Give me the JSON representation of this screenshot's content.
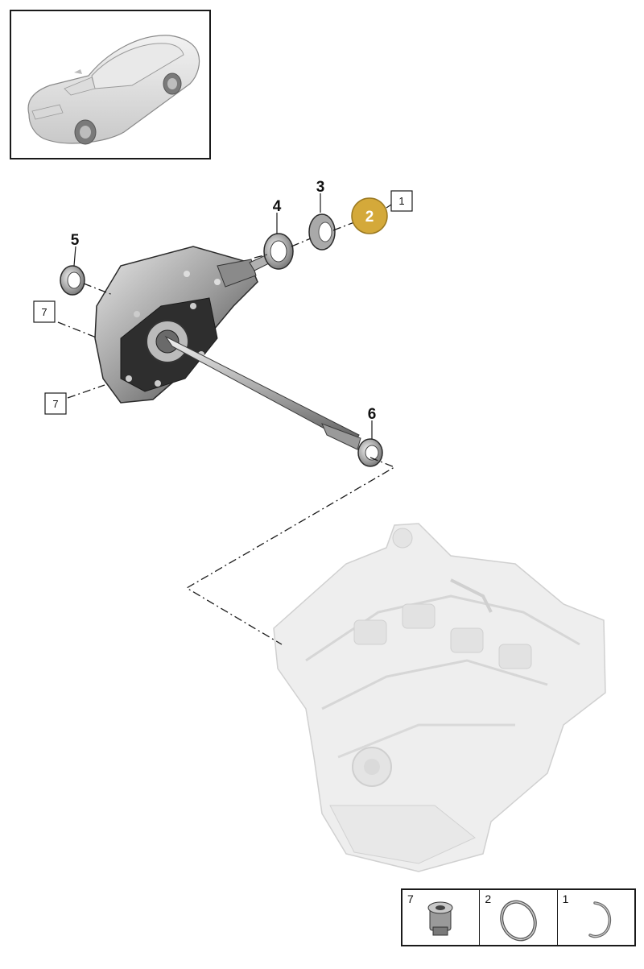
{
  "callouts": {
    "c3": "3",
    "c4": "4",
    "c5": "5",
    "c6": "6",
    "c2": "2"
  },
  "boxed_labels": {
    "b1": "1",
    "b7_upper": "7",
    "b7_lower": "7"
  },
  "legend": {
    "cells": [
      {
        "number": "7",
        "part": "bolt-plug-icon"
      },
      {
        "number": "2",
        "part": "o-ring-icon"
      },
      {
        "number": "1",
        "part": "circlip-icon"
      }
    ]
  },
  "colors": {
    "highlight_callout": "#d4a93a",
    "outline": "#1a1a1a",
    "engine_ghost": "#e6e6e6"
  }
}
